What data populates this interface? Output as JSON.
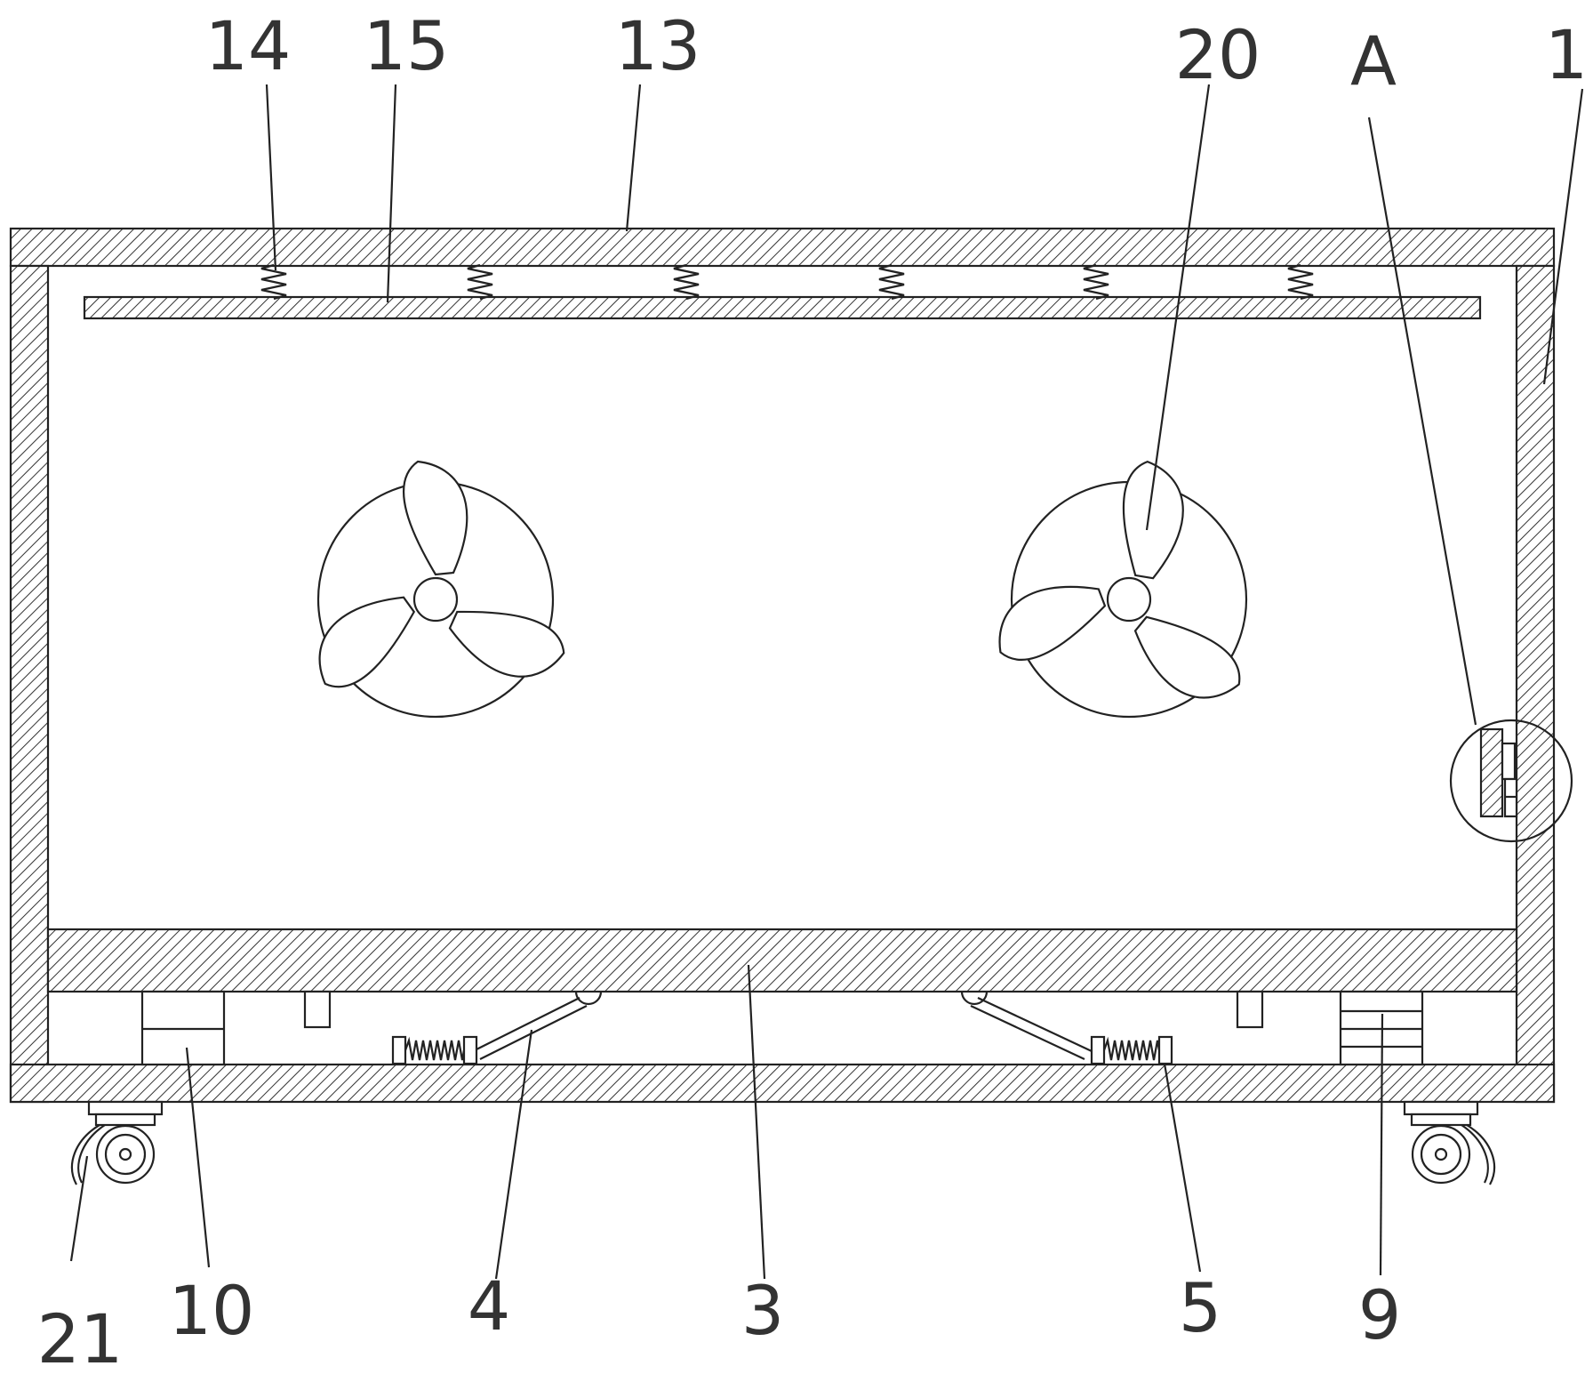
{
  "labels": {
    "l14": "14",
    "l15": "15",
    "l13": "13",
    "l20": "20",
    "lA": "A",
    "l1": "1",
    "l21": "21",
    "l10": "10",
    "l4": "4",
    "l3": "3",
    "l5": "5",
    "l9": "9"
  },
  "colors": {
    "line": "#222222",
    "text": "#333333",
    "background": "#ffffff"
  }
}
